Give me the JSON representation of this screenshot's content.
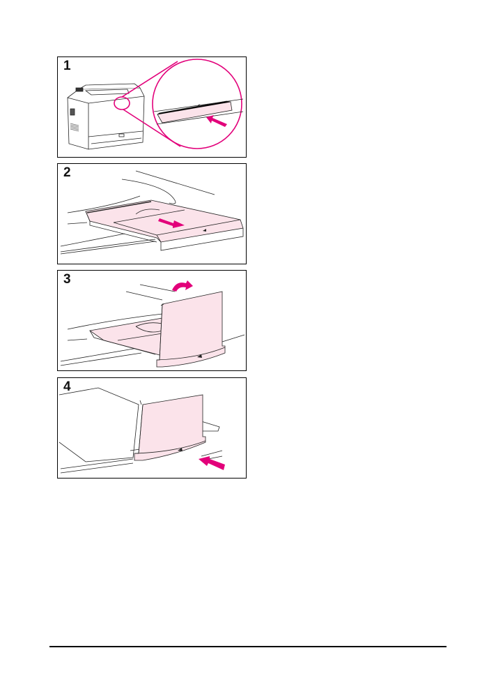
{
  "document": {
    "type": "printer manual page",
    "figure": {
      "colors": {
        "accent": "#e2007a",
        "tray_fill": "#fbe3ea",
        "line": "#222222"
      },
      "steps": [
        {
          "number": "1",
          "description": "Printer with magnified view of output extension tab; arrow pointing to push tab"
        },
        {
          "number": "2",
          "description": "Output tray extension pulled out; arrow pointing outward"
        },
        {
          "number": "3",
          "description": "Paper stop flipped up; curved rotation arrow"
        },
        {
          "number": "4",
          "description": "Paper stacked against stop; arrow pushing stop in"
        }
      ]
    }
  }
}
